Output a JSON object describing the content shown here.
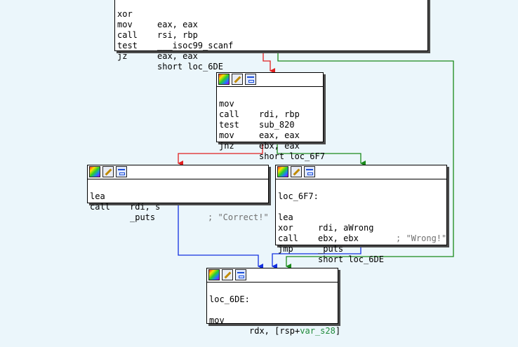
{
  "colors": {
    "background": "#ebf6fb",
    "edge_true": "#1a8a1a",
    "edge_false": "#e02020",
    "edge_uncond": "#1230e0",
    "comment": "#707070",
    "variable": "#1f8a3a"
  },
  "icons": [
    "color-palette-icon",
    "rename-pencil-icon",
    "graph-view-icon"
  ],
  "blocks": {
    "top": {
      "lines": [
        {
          "mnemonic": "xor",
          "operand": "eax, eax"
        },
        {
          "mnemonic": "mov",
          "operand": "rsi, rbp"
        },
        {
          "mnemonic": "call",
          "operand": "___isoc99_scanf"
        },
        {
          "mnemonic": "test",
          "operand": "eax, eax"
        },
        {
          "mnemonic": "jz",
          "operand": "short loc_6DE"
        }
      ]
    },
    "mid": {
      "lines": [
        {
          "mnemonic": "mov",
          "operand": "rdi, rbp"
        },
        {
          "mnemonic": "call",
          "operand": "sub_820"
        },
        {
          "mnemonic": "test",
          "operand": "eax, eax"
        },
        {
          "mnemonic": "mov",
          "operand": "ebx, eax"
        },
        {
          "mnemonic": "jnz",
          "operand": "short loc_6F7"
        }
      ]
    },
    "correct": {
      "lines": [
        {
          "mnemonic": "lea",
          "operand": "rdi, s",
          "comment": "; \"Correct!\""
        },
        {
          "mnemonic": "call",
          "operand": "_puts"
        }
      ]
    },
    "wrong": {
      "label": "loc_6F7:",
      "lines": [
        {
          "mnemonic": "lea",
          "operand": "rdi, aWrong",
          "comment": "; \"Wrong!\""
        },
        {
          "mnemonic": "xor",
          "operand": "ebx, ebx"
        },
        {
          "mnemonic": "call",
          "operand": "_puts"
        },
        {
          "mnemonic": "jmp",
          "operand": "short loc_6DE"
        }
      ]
    },
    "bottom": {
      "label": "loc_6DE:",
      "partial_line": {
        "mnemonic": "mov",
        "operand_prefix": "rdx, [rsp+",
        "operand_var": "var_s28",
        "operand_suffix": "]"
      }
    }
  }
}
